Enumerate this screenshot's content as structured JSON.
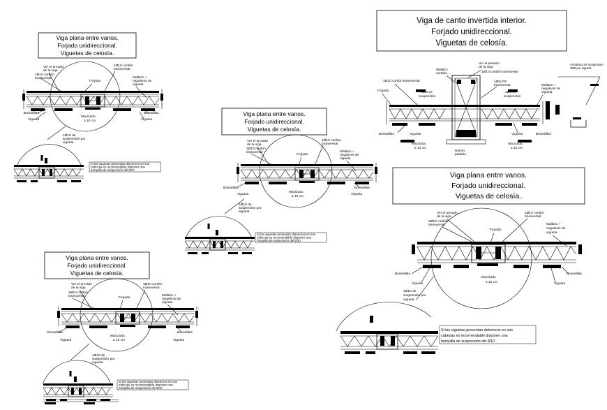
{
  "title_box_text": {
    "line1": "Viga plana entre vanos.",
    "line2": "Forjado unidireccional.",
    "line3": "Viguetas de celosía."
  },
  "title_box_inverted": {
    "line1": "Viga de canto invertida interior.",
    "line2": "Forjado unidireccional.",
    "line3": "Viguetas de celosía."
  },
  "labels": {
    "ver_armado": "Ver el armado",
    "de_la_viga": "de la viga",
    "cordon_1": "1Ø10 cordón",
    "transversal": "transversal",
    "forjado": "Forjado",
    "mallazo": "Mallazo +",
    "negativos_de": "negativos de",
    "vigueta_lc": "vigueta",
    "bovedillas": "Bovedillas",
    "vigueta": "Vigueta",
    "macizado": "Macizado",
    "ge_10cm": "≥ 10 cm",
    "susp_1": "1Ø10 de",
    "susp_2": "suspensión por",
    "susp_3": "vigueta",
    "note_1": "Si las viguetas presentan deterioros en sus",
    "note_2": "cabezas es recomendable disponer una",
    "note_3": "horquilla de suspensión del Ø10",
    "cordon_transv": "1Ø10 cordón transversal",
    "mallazo_cortado": "Mallazo",
    "cortado": "cortado",
    "estribos": "1Ø6c/30",
    "transversal_2": "transversal",
    "two_o8": "2Ø8 de",
    "suspension": "suspensión",
    "nervio": "Nervio",
    "pasado": "pasado",
    "armadura_susp": "Armadura de suspensión",
    "por_vigueta": "2Ø8 por vigueta",
    "forjado_b": "Forjado"
  },
  "colors": {
    "ink": "#000000",
    "paper": "#ffffff"
  }
}
